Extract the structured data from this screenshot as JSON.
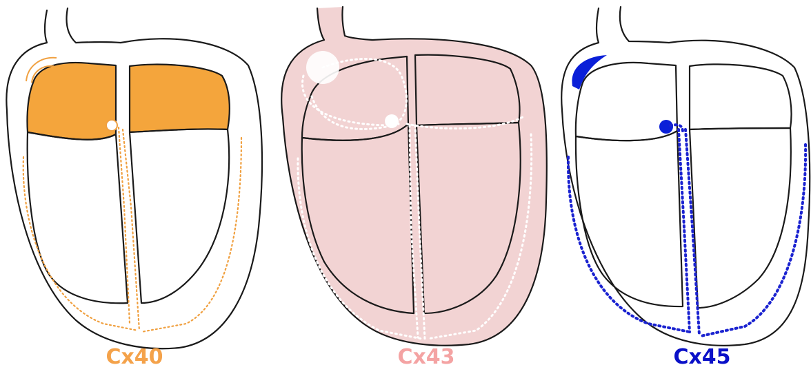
{
  "panels": [
    {
      "label": "Cx40",
      "label_color": "#f4a24a",
      "fill_color": "#f4a53c",
      "path_color": "#f0a040"
    },
    {
      "label": "Cx43",
      "label_color": "#f4a3a3",
      "fill_color": "#f2d3d3",
      "path_color": "#ffffff"
    },
    {
      "label": "Cx45",
      "label_color": "#0a10c8",
      "fill_color": "#0a1fd8",
      "path_color": "#1a22d0"
    }
  ]
}
